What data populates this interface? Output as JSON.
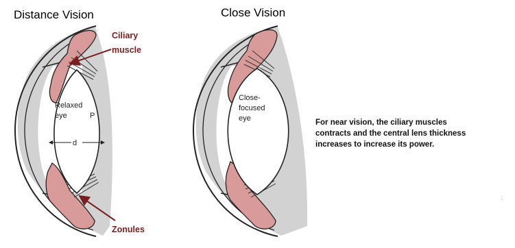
{
  "panels": {
    "distance": {
      "title": "Distance Vision",
      "lens_label_line1": "Relaxed",
      "lens_label_line2": "eye",
      "point_label": "P",
      "diameter_label": "d",
      "callout_ciliary_line1": "Ciliary",
      "callout_ciliary_line2": "muscle",
      "callout_zonules": "Zonules"
    },
    "close": {
      "title": "Close Vision",
      "lens_label_line1": "Close-",
      "lens_label_line2": "focused",
      "lens_label_line3": "eye"
    }
  },
  "caption": {
    "line1": "For near vision, the ciliary muscles",
    "line2": "contracts and the central lens thickness",
    "line3": "increases to increase its power."
  },
  "corner_mark": ":",
  "colors": {
    "muscle": "#d99a9a",
    "shading": "#d2d2d2",
    "callout": "#7a1f1f"
  }
}
